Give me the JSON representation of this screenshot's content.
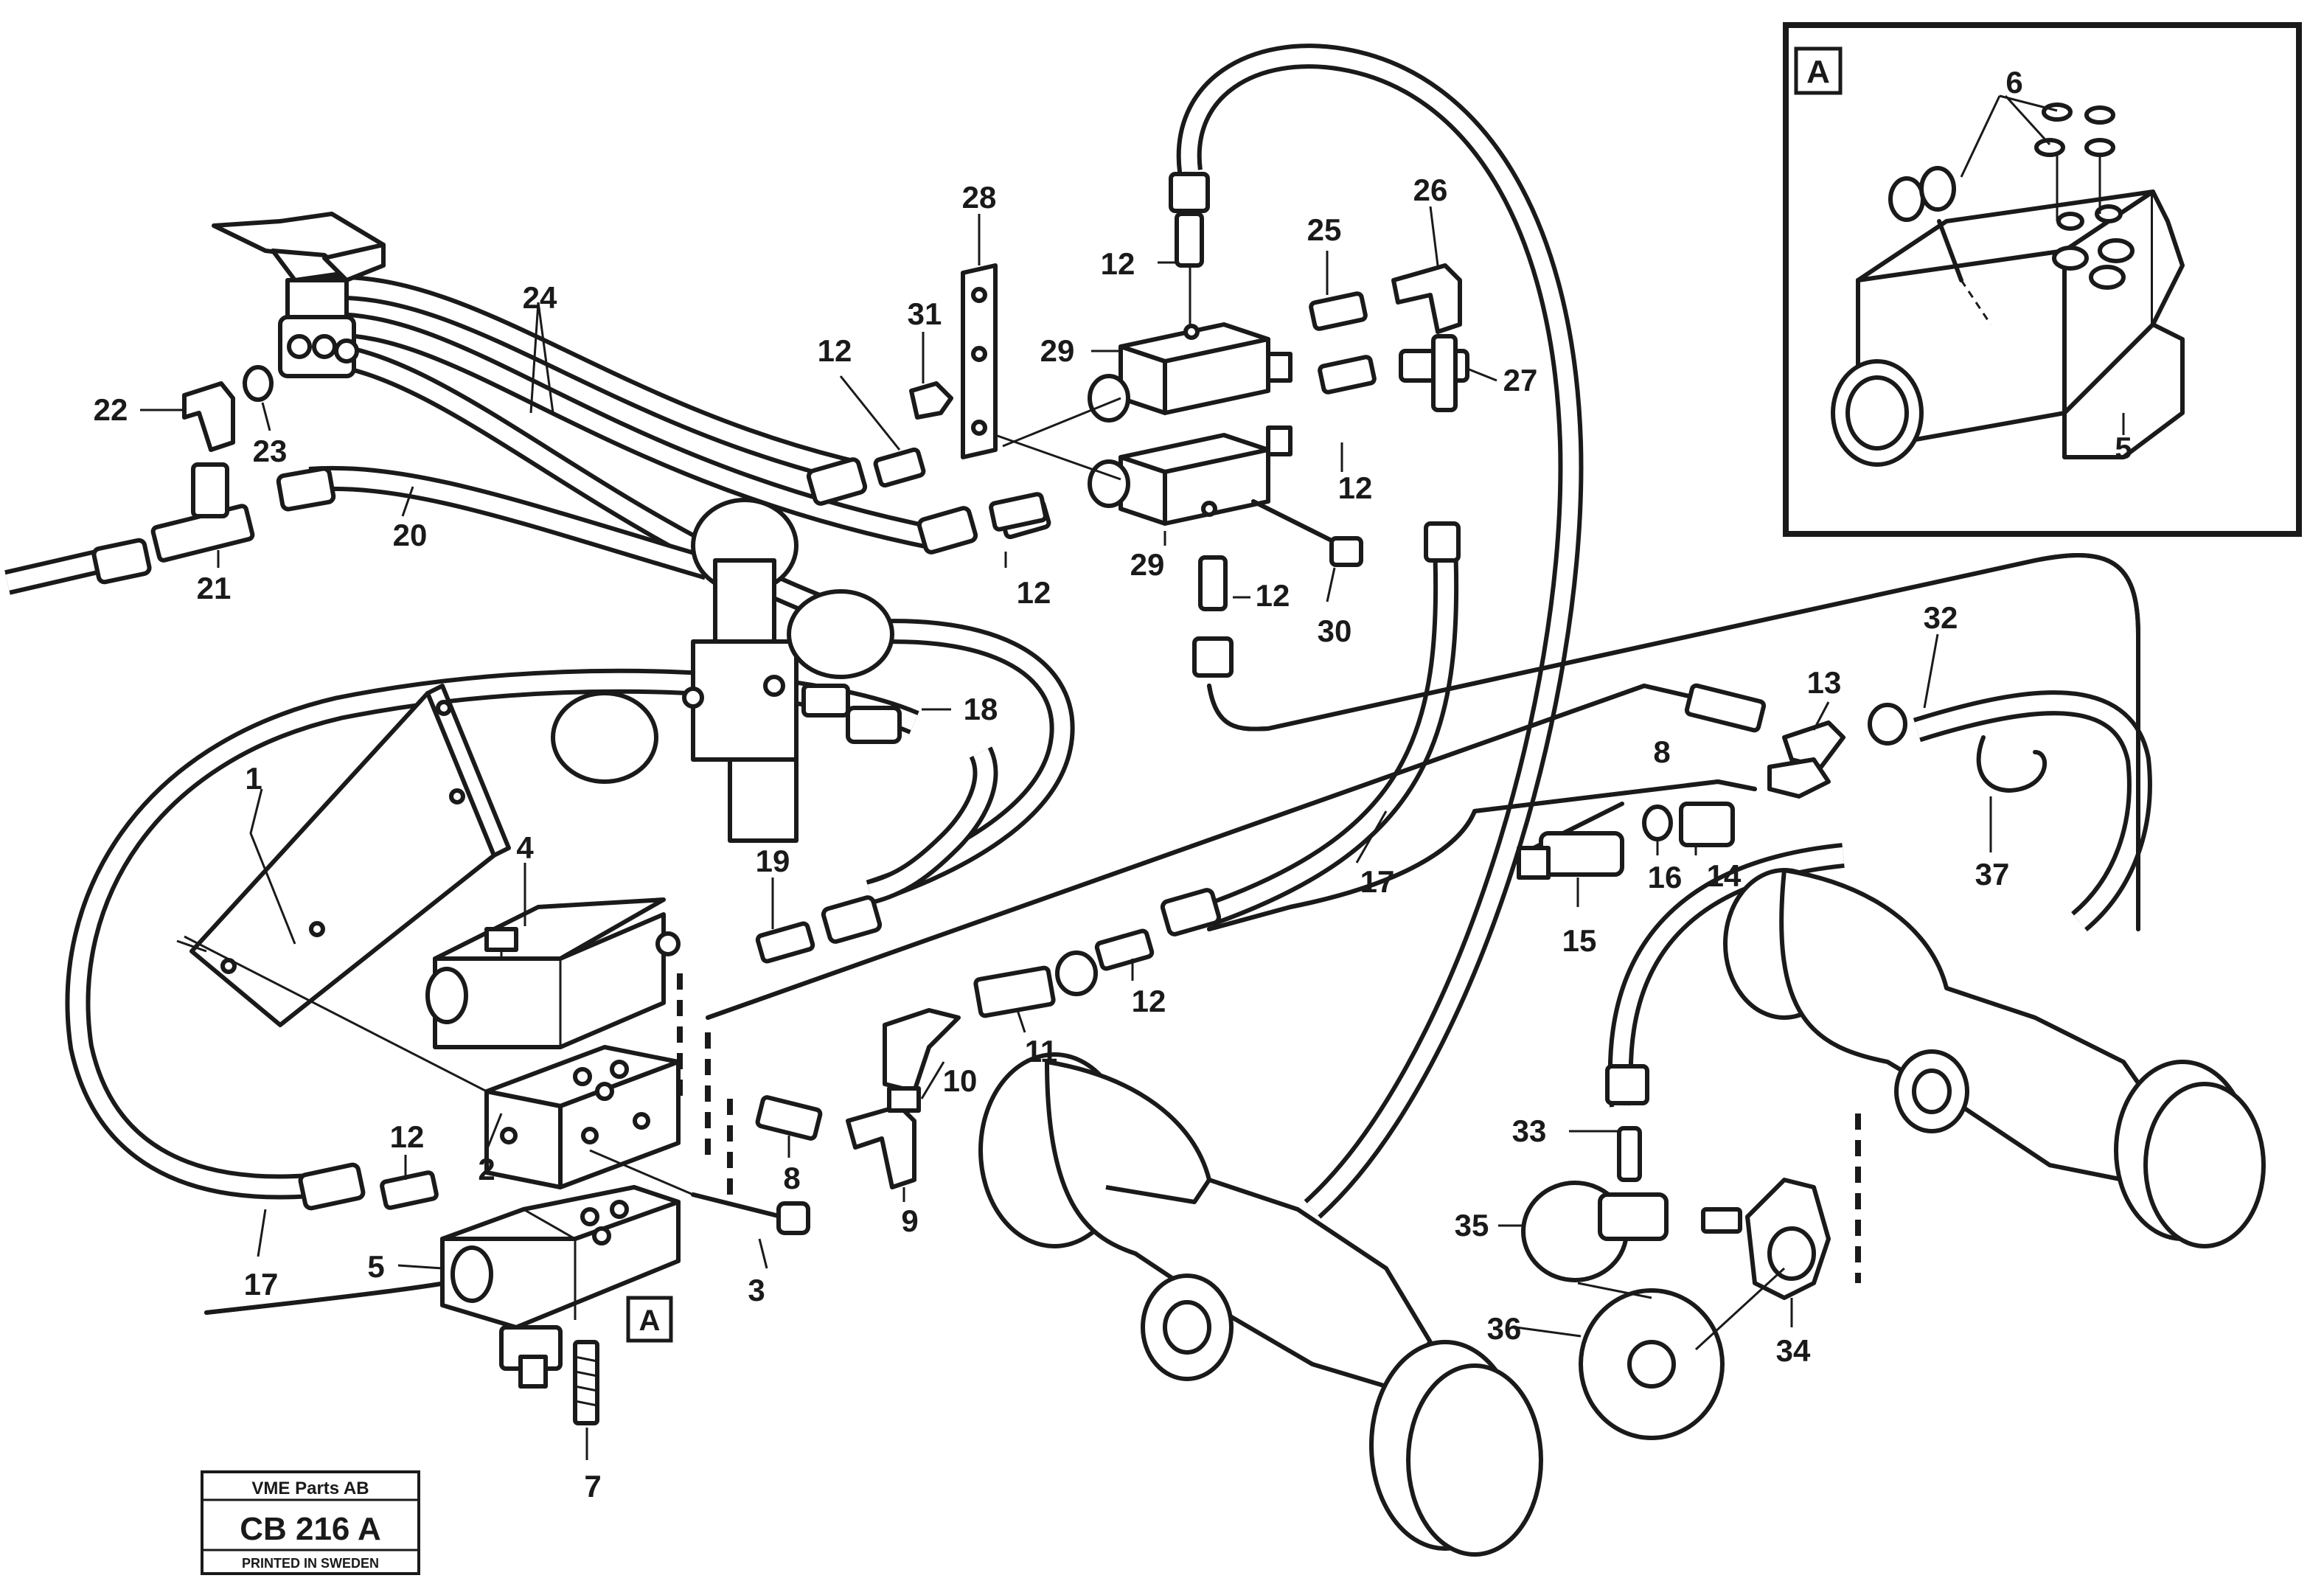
{
  "callouts": [
    {
      "id": "c1",
      "text": "1"
    },
    {
      "id": "c2",
      "text": "2"
    },
    {
      "id": "c3",
      "text": "3"
    },
    {
      "id": "c4",
      "text": "4"
    },
    {
      "id": "c5a",
      "text": "5"
    },
    {
      "id": "c5b",
      "text": "5"
    },
    {
      "id": "c6",
      "text": "6"
    },
    {
      "id": "c7",
      "text": "7"
    },
    {
      "id": "c8a",
      "text": "8"
    },
    {
      "id": "c8b",
      "text": "8"
    },
    {
      "id": "c9",
      "text": "9"
    },
    {
      "id": "c10",
      "text": "10"
    },
    {
      "id": "c11",
      "text": "11"
    },
    {
      "id": "c12a",
      "text": "12"
    },
    {
      "id": "c12b",
      "text": "12"
    },
    {
      "id": "c12c",
      "text": "12"
    },
    {
      "id": "c12d",
      "text": "12"
    },
    {
      "id": "c12e",
      "text": "12"
    },
    {
      "id": "c12f",
      "text": "12"
    },
    {
      "id": "c12g",
      "text": "12"
    },
    {
      "id": "c13",
      "text": "13"
    },
    {
      "id": "c14",
      "text": "14"
    },
    {
      "id": "c15",
      "text": "15"
    },
    {
      "id": "c16",
      "text": "16"
    },
    {
      "id": "c17a",
      "text": "17"
    },
    {
      "id": "c17b",
      "text": "17"
    },
    {
      "id": "c18",
      "text": "18"
    },
    {
      "id": "c19",
      "text": "19"
    },
    {
      "id": "c20",
      "text": "20"
    },
    {
      "id": "c21",
      "text": "21"
    },
    {
      "id": "c22",
      "text": "22"
    },
    {
      "id": "c23",
      "text": "23"
    },
    {
      "id": "c24",
      "text": "24"
    },
    {
      "id": "c25",
      "text": "25"
    },
    {
      "id": "c26",
      "text": "26"
    },
    {
      "id": "c27",
      "text": "27"
    },
    {
      "id": "c28",
      "text": "28"
    },
    {
      "id": "c29a",
      "text": "29"
    },
    {
      "id": "c29b",
      "text": "29"
    },
    {
      "id": "c30",
      "text": "30"
    },
    {
      "id": "c31",
      "text": "31"
    },
    {
      "id": "c32",
      "text": "32"
    },
    {
      "id": "c33",
      "text": "33"
    },
    {
      "id": "c34",
      "text": "34"
    },
    {
      "id": "c35",
      "text": "35"
    },
    {
      "id": "c36",
      "text": "36"
    },
    {
      "id": "c37",
      "text": "37"
    }
  ],
  "detail_marker": {
    "main": "A",
    "inset": "A"
  },
  "title_block": {
    "company": "VME Parts AB",
    "drawing_number": "CB 216 A",
    "printed": "PRINTED IN SWEDEN"
  }
}
